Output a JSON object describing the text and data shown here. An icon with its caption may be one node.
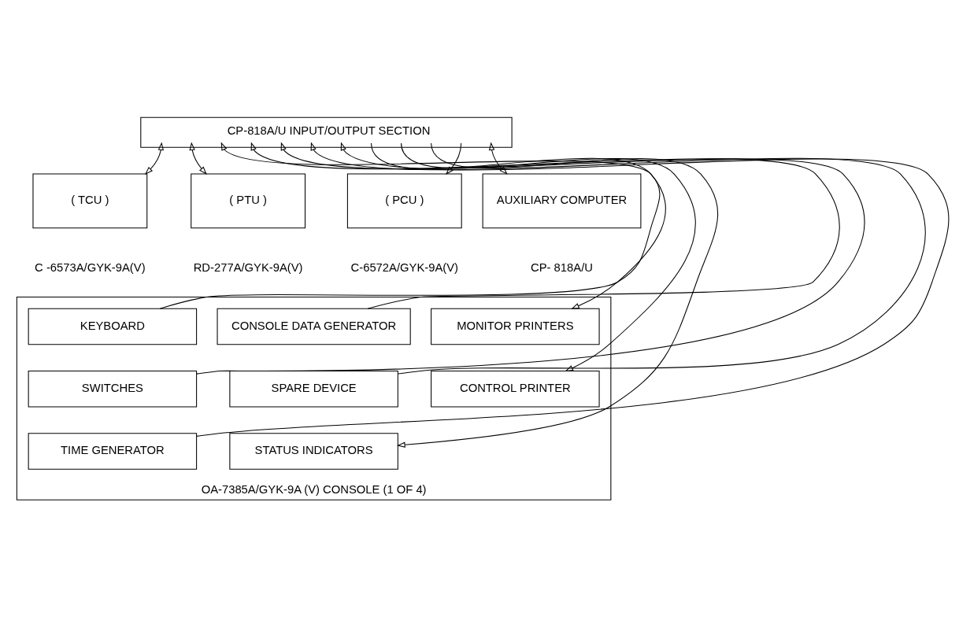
{
  "diagram": {
    "nodes": [
      {
        "text": [
          "CP-818A/U INPUT/OUTPUT SECTION"
        ]
      },
      {
        "text": [
          "( TCU )"
        ],
        "beside": [
          "C -6573A/GYK-9A(V)"
        ]
      },
      {
        "text": [
          "( PTU )"
        ],
        "beside": [
          "RD-277A/GYK-9A(V)"
        ]
      },
      {
        "text": [
          "( PCU )"
        ],
        "beside": [
          "C-6572A/GYK-9A(V)"
        ]
      },
      {
        "text": [
          "AUXILIARY COMPUTER"
        ],
        "beside": [
          "CP- 818A/U"
        ]
      },
      {
        "text": [
          "OA-7385A/GYK-9A (V) CONSOLE (1 OF 4)"
        ]
      },
      {
        "text": [
          "KEYBOARD"
        ],
        "in": 5
      },
      {
        "text": [
          "CONSOLE DATA GENERATOR"
        ],
        "in": 5
      },
      {
        "text": [
          "MONITOR PRINTERS"
        ],
        "in": 5
      },
      {
        "text": [
          "SWITCHES"
        ],
        "in": 5
      },
      {
        "text": [
          "SPARE DEVICE"
        ],
        "in": 5
      },
      {
        "text": [
          "CONTROL PRINTER"
        ],
        "in": 5
      },
      {
        "text": [
          "TIME GENERATOR"
        ],
        "in": 5
      },
      {
        "text": [
          "STATUS INDICATORS"
        ],
        "in": 5
      }
    ],
    "edges": [
      {
        "from": 0,
        "to": 1,
        "arrow": "both"
      },
      {
        "from": 0,
        "to": 2,
        "arrow": "both"
      },
      {
        "from": 0,
        "to": 3,
        "arrow": "to"
      },
      {
        "from": 0,
        "to": 4,
        "arrow": "both"
      },
      {
        "from": 6,
        "to": 0,
        "arrow": "to"
      },
      {
        "from": 7,
        "to": 0,
        "arrow": "to"
      },
      {
        "from": 9,
        "to": 0,
        "arrow": "to"
      },
      {
        "from": 10,
        "to": 0,
        "arrow": "to"
      },
      {
        "from": 12,
        "to": 0,
        "arrow": "to"
      },
      {
        "from": 0,
        "to": 8,
        "arrow": "to"
      },
      {
        "from": 0,
        "to": 11,
        "arrow": "to"
      },
      {
        "from": 0,
        "to": 13,
        "arrow": "to"
      }
    ]
  }
}
